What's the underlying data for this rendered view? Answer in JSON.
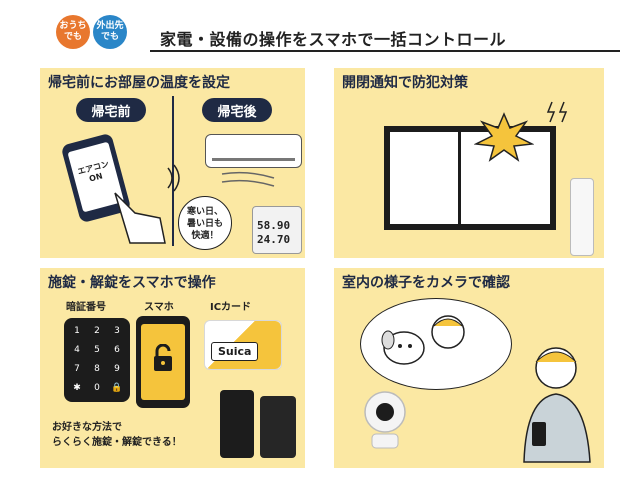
{
  "header": {
    "badge_home": "おうち\nでも",
    "badge_out": "外出先\nでも",
    "title": "家電・設備の操作をスマホで一括コントロール"
  },
  "panel_temp": {
    "title": "帰宅前にお部屋の温度を設定",
    "before_label": "帰宅前",
    "after_label": "帰宅後",
    "phone_text": "エアコン\nON",
    "bubble_text": "寒い日、\n暑い日も\n快適！",
    "meter_top": "58.90",
    "meter_bottom": "24.70"
  },
  "panel_security": {
    "title": "開閉通知で防犯対策"
  },
  "panel_lock": {
    "title": "施錠・解錠をスマホで操作",
    "pin_label": "暗証番号",
    "phone_label": "スマホ",
    "ic_label": "ICカード",
    "keys": [
      "1",
      "2",
      "3",
      "4",
      "5",
      "6",
      "7",
      "8",
      "9",
      "✱",
      "0",
      "🔒"
    ],
    "card_label": "Suica",
    "caption_line1": "お好きな方法で",
    "caption_line2": "らくらく施錠・解錠できる！"
  },
  "panel_camera": {
    "title": "室内の様子をカメラで確認"
  },
  "colors": {
    "panel_bg": "#fbe8a3",
    "navy": "#1f2a44",
    "badge_orange": "#e8772e",
    "badge_blue": "#2a86c8",
    "phone_yellow": "#f5c43c"
  }
}
